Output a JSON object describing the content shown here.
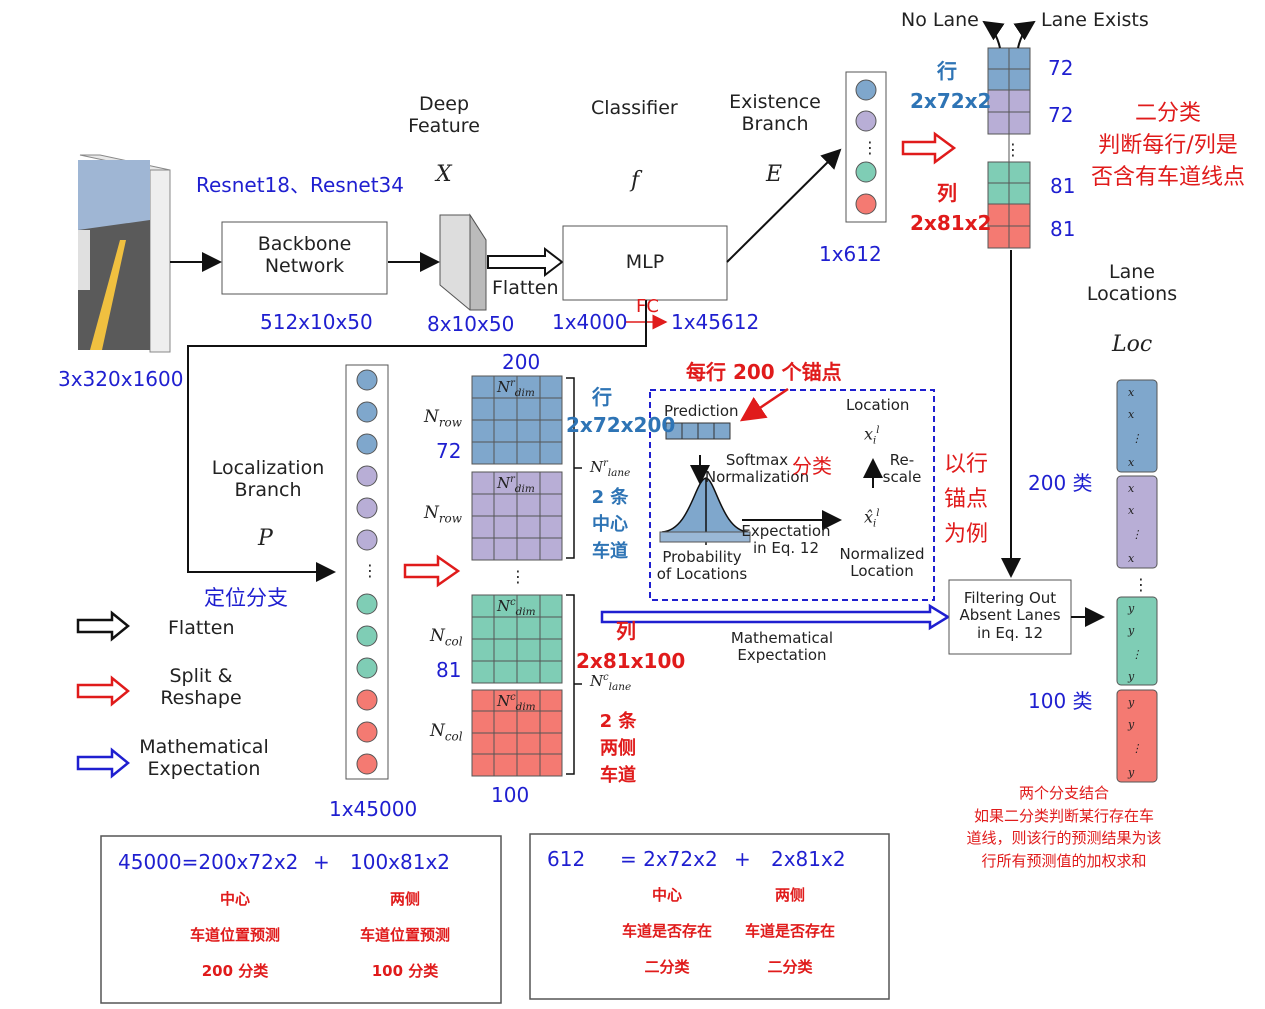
{
  "input": {
    "dims": "3x320x1600"
  },
  "backbone": {
    "title": "Resnet18、Resnet34",
    "label": "Backbone\nNetwork",
    "dims": "512x10x50"
  },
  "feature": {
    "label": "Deep\nFeature",
    "symbol": "X",
    "dims": "8x10x50"
  },
  "flatten_label": "Flatten",
  "classifier": {
    "label": "Classifier",
    "symbol": "f",
    "box": "MLP",
    "dims": "1x4000",
    "fc": "FC",
    "out_dims": "1x45612"
  },
  "existence": {
    "label": "Existence\nBranch",
    "symbol": "E",
    "dims": "1x612"
  },
  "exist_out": {
    "no_lane": "No Lane",
    "lane_exists": "Lane Exists",
    "row_label": "行",
    "row_dims": "2x72x2",
    "row_n1": "72",
    "row_n2": "72",
    "col_label": "列",
    "col_dims": "2x81x2",
    "col_n1": "81",
    "col_n2": "81",
    "note": "二分类\n判断每行/列是\n否含有车道线点"
  },
  "localization": {
    "label": "Localization\nBranch",
    "symbol": "P",
    "cn": "定位分支",
    "dims": "1x45000"
  },
  "grid": {
    "top_count": "200",
    "bottom_count": "100",
    "n_row": "N_row",
    "n_row_val": "72",
    "n_col": "N_col",
    "n_col_val": "81",
    "ndim_r": "N^r_dim",
    "ndim_c": "N^c_dim",
    "nlane_r": "N^r_lane",
    "nlane_c": "N^c_lane",
    "row_cn": "行",
    "row_dims": "2x72x200",
    "row_lanes": "2 条\n中心\n车道",
    "col_cn": "列",
    "col_dims": "2x81x100",
    "col_lanes": "2 条\n两侧\n车道"
  },
  "detail": {
    "anchor_note": "每行 200 个锚点",
    "prediction": "Prediction",
    "softmax": "Softmax\nNormalization",
    "cls": "分类",
    "prob": "Probability\nof Locations",
    "expectation": "Expectation\nin Eq. 12",
    "location": "Location",
    "rescale": "Re-\nscale",
    "normalized": "Normalized\nLocation",
    "side_note": "以行\n锚点\n为例"
  },
  "math_expectation": "Mathematical\nExpectation",
  "filter": {
    "label": "Filtering Out\nAbsent Lanes\nin Eq. 12",
    "note": "两个分支结合\n如果二分类判断某行存在车\n道线，则该行的预测结果为该\n行所有预测值的加权求和"
  },
  "lane_locations": {
    "label": "Lane\nLocations",
    "symbol": "Loc",
    "count200": "200 类",
    "count100": "100 类"
  },
  "legend": [
    {
      "label": "Flatten",
      "color": "#111111"
    },
    {
      "label": "Split &\nReshape",
      "color": "#e01b1b"
    },
    {
      "label": "Mathematical\nExpectation",
      "color": "#1f1fd0"
    }
  ],
  "summary_left": {
    "eq_a": "45000=200x72x2",
    "plus": "+",
    "eq_b": "100x81x2",
    "col_a": "中心\n\n车道位置预测\n\n200 分类",
    "col_b": "两侧\n\n车道位置预测\n\n100 分类"
  },
  "summary_right": {
    "eq_a": "612",
    "eq_b": "= 2x72x2",
    "plus": "+",
    "eq_c": "2x81x2",
    "col_a": "中心\n\n车道是否存在\n\n二分类",
    "col_b": "两侧\n\n车道是否存在\n\n二分类"
  },
  "colors": {
    "blue": "#7fa7cc",
    "purple": "#b8aed6",
    "green": "#7fcdb5",
    "red": "#f47a72",
    "text_blue": "#1f1fd0",
    "text_red": "#e01b1b"
  }
}
